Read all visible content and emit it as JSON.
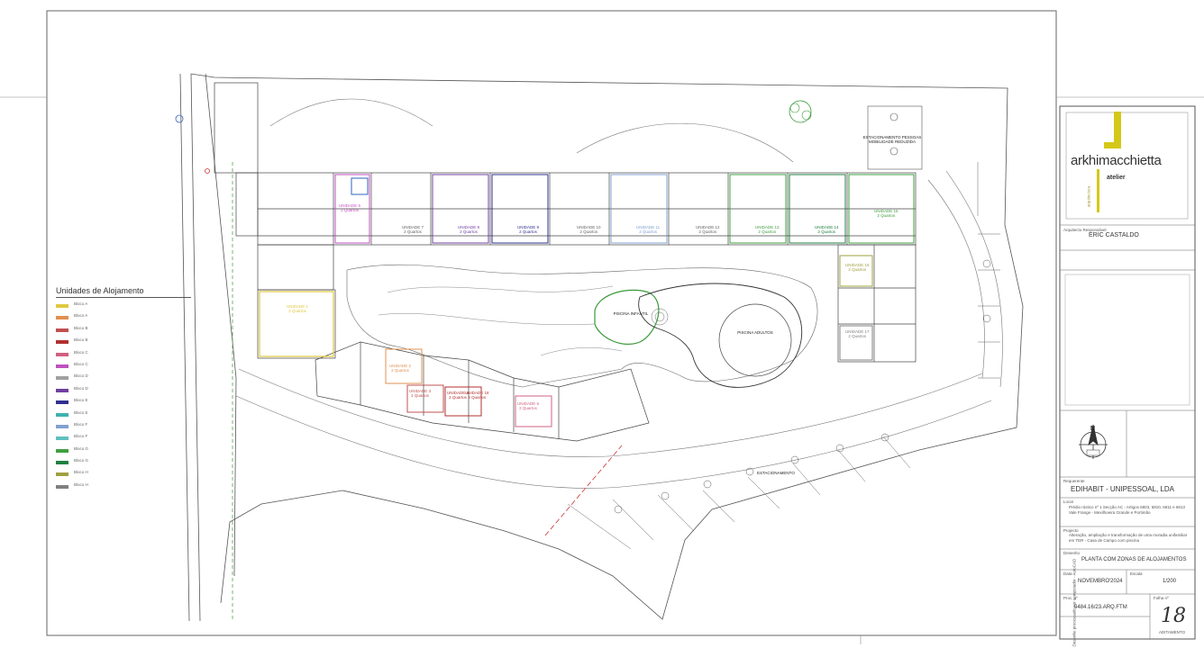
{
  "legend": {
    "title": "Unidades de Alojamento",
    "items": [
      {
        "color": "#e0c840",
        "label": "Bloco A"
      },
      {
        "color": "#e09050",
        "label": "Bloco A"
      },
      {
        "color": "#c05050",
        "label": "Bloco B"
      },
      {
        "color": "#b03030",
        "label": "Bloco B"
      },
      {
        "color": "#d06080",
        "label": "Bloco C"
      },
      {
        "color": "#c050c0",
        "label": "Bloco C"
      },
      {
        "color": "#a0a0a0",
        "label": "Bloco D"
      },
      {
        "color": "#7040a0",
        "label": "Bloco D"
      },
      {
        "color": "#303090",
        "label": "Bloco E"
      },
      {
        "color": "#40b0b0",
        "label": "Bloco E"
      },
      {
        "color": "#80a0d0",
        "label": "Bloco F"
      },
      {
        "color": "#60c0c0",
        "label": "Bloco F"
      },
      {
        "color": "#40a040",
        "label": "Bloco G"
      },
      {
        "color": "#208040",
        "label": "Bloco G"
      },
      {
        "color": "#a0a040",
        "label": "Bloco H"
      },
      {
        "color": "#808080",
        "label": "Bloco H"
      }
    ]
  },
  "plan_labels": {
    "piscina_infantil": "PISCINA INFANTIL",
    "piscina_adultos": "PISCINA ADULTOS",
    "estacionamento": "ESTACIONAMENTO",
    "estacionamento_top": "ESTACIONAMENTO PESSOAS MOBILIDADE REDUZIDA",
    "units": [
      "UNIDADE 1",
      "UNIDADE 2",
      "UNIDADE 3",
      "UNIDADE 4",
      "UNIDADE 5",
      "UNIDADE 6",
      "UNIDADE 7",
      "UNIDADE 8",
      "UNIDADE 9",
      "UNIDADE 10",
      "UNIDADE 11",
      "UNIDADE 12",
      "UNIDADE 13",
      "UNIDADE 14",
      "UNIDADE 15",
      "UNIDADE 16",
      "UNIDADE 17",
      "UNIDADE 18"
    ],
    "unit_sub": "2 Quartos",
    "north": "N"
  },
  "title_block": {
    "brand": "arkhimacchietta",
    "brand_sub": "atelier",
    "brand_vertical": "arquitectura",
    "architect_label": "Arquitecto Responsável",
    "architect_name": "ERIC CASTALDO",
    "requerente_label": "Requerente",
    "requerente": "EDIHABIT - UNIPESSOAL, LDA",
    "local_label": "Local",
    "local": "Prédio rústico nº 1 Secção AC - Artigos 6803, 6810, 6811 e 6813 Vale Frange - Mexilhoeira Grande e Portimão",
    "projeto_label": "Projecto",
    "projeto": "Alteração, ampliação e transformação de uma moradia unifamiliar em TER - Casa de Campo com piscina",
    "desenho_label": "Desenho",
    "desenho": "PLANTA COM ZONAS DE ALOJAMENTOS",
    "data_label": "Data",
    "data": "NOVEMBRO'2024",
    "escala_label": "Escala",
    "escala": "1/200",
    "proc_label": "Proc. nº",
    "proc": "0484.16/23.ARQ.FTM",
    "folha_label": "Folha nº",
    "folha": "18",
    "aditamento": "ADITAMENTO",
    "side_text": "Desenho processado por computador - AutoCAD"
  }
}
